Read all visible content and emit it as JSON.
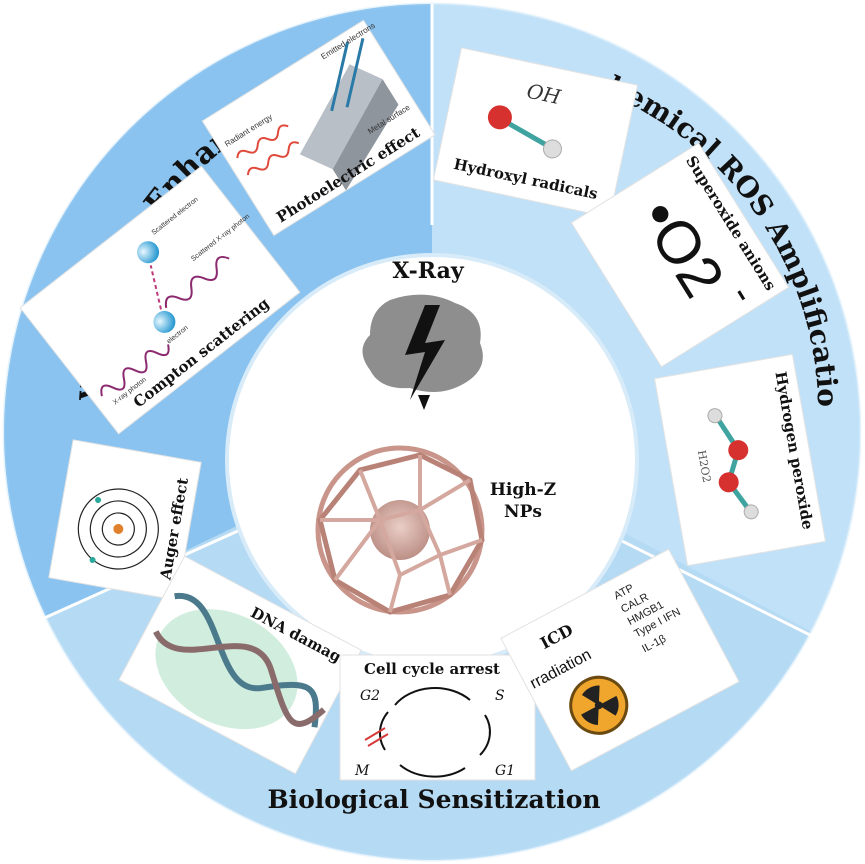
{
  "center": {
    "xray_label": "X-Ray",
    "np_label_line1": "High-Z",
    "np_label_line2": "NPs"
  },
  "physical": {
    "title": "Physical Dose Enhancement",
    "photoelectric": {
      "caption": "Photoelectric effect",
      "radiant_label": "Radiant energy",
      "emitted_label": "Emitted electrons",
      "metal_label": "Metal surface"
    },
    "compton": {
      "caption": "Compton scattering",
      "photon_label": "X-ray photon",
      "electron_label": "electron",
      "recoil_label": "Scattered electron",
      "scattered_photon_label": "Scattered X-ray photon"
    },
    "auger": {
      "caption": "Auger effect"
    }
  },
  "chemical": {
    "title": "Chemical ROS Amplification",
    "hydroxyl": {
      "caption": "Hydroxyl radicals",
      "formula": "OH"
    },
    "superoxide": {
      "caption": "Superoxide anions",
      "formula": "•O2",
      "charge": "-"
    },
    "peroxide": {
      "caption": "Hydrogen peroxide",
      "formula": "H2O2"
    }
  },
  "biological": {
    "title": "Biological Sensitization",
    "dna": {
      "caption": "DNA damage"
    },
    "cell_cycle": {
      "caption": "Cell cycle arrest",
      "g2": "G2",
      "s": "S",
      "m": "M",
      "g1": "G1"
    },
    "icd": {
      "caption": "ICD",
      "irradiation": "rradiation",
      "markers": [
        "ATP",
        "CALR",
        "HMGB1",
        "Type I IFN",
        "IL-1β"
      ]
    }
  },
  "colors": {
    "outer_ring": "#a9d4f3",
    "physical_panel": "#86c1ee",
    "chemical_panel": "#c3e2f8",
    "biological_panel": "#b6daf4",
    "gold_np": "#c9958a"
  }
}
